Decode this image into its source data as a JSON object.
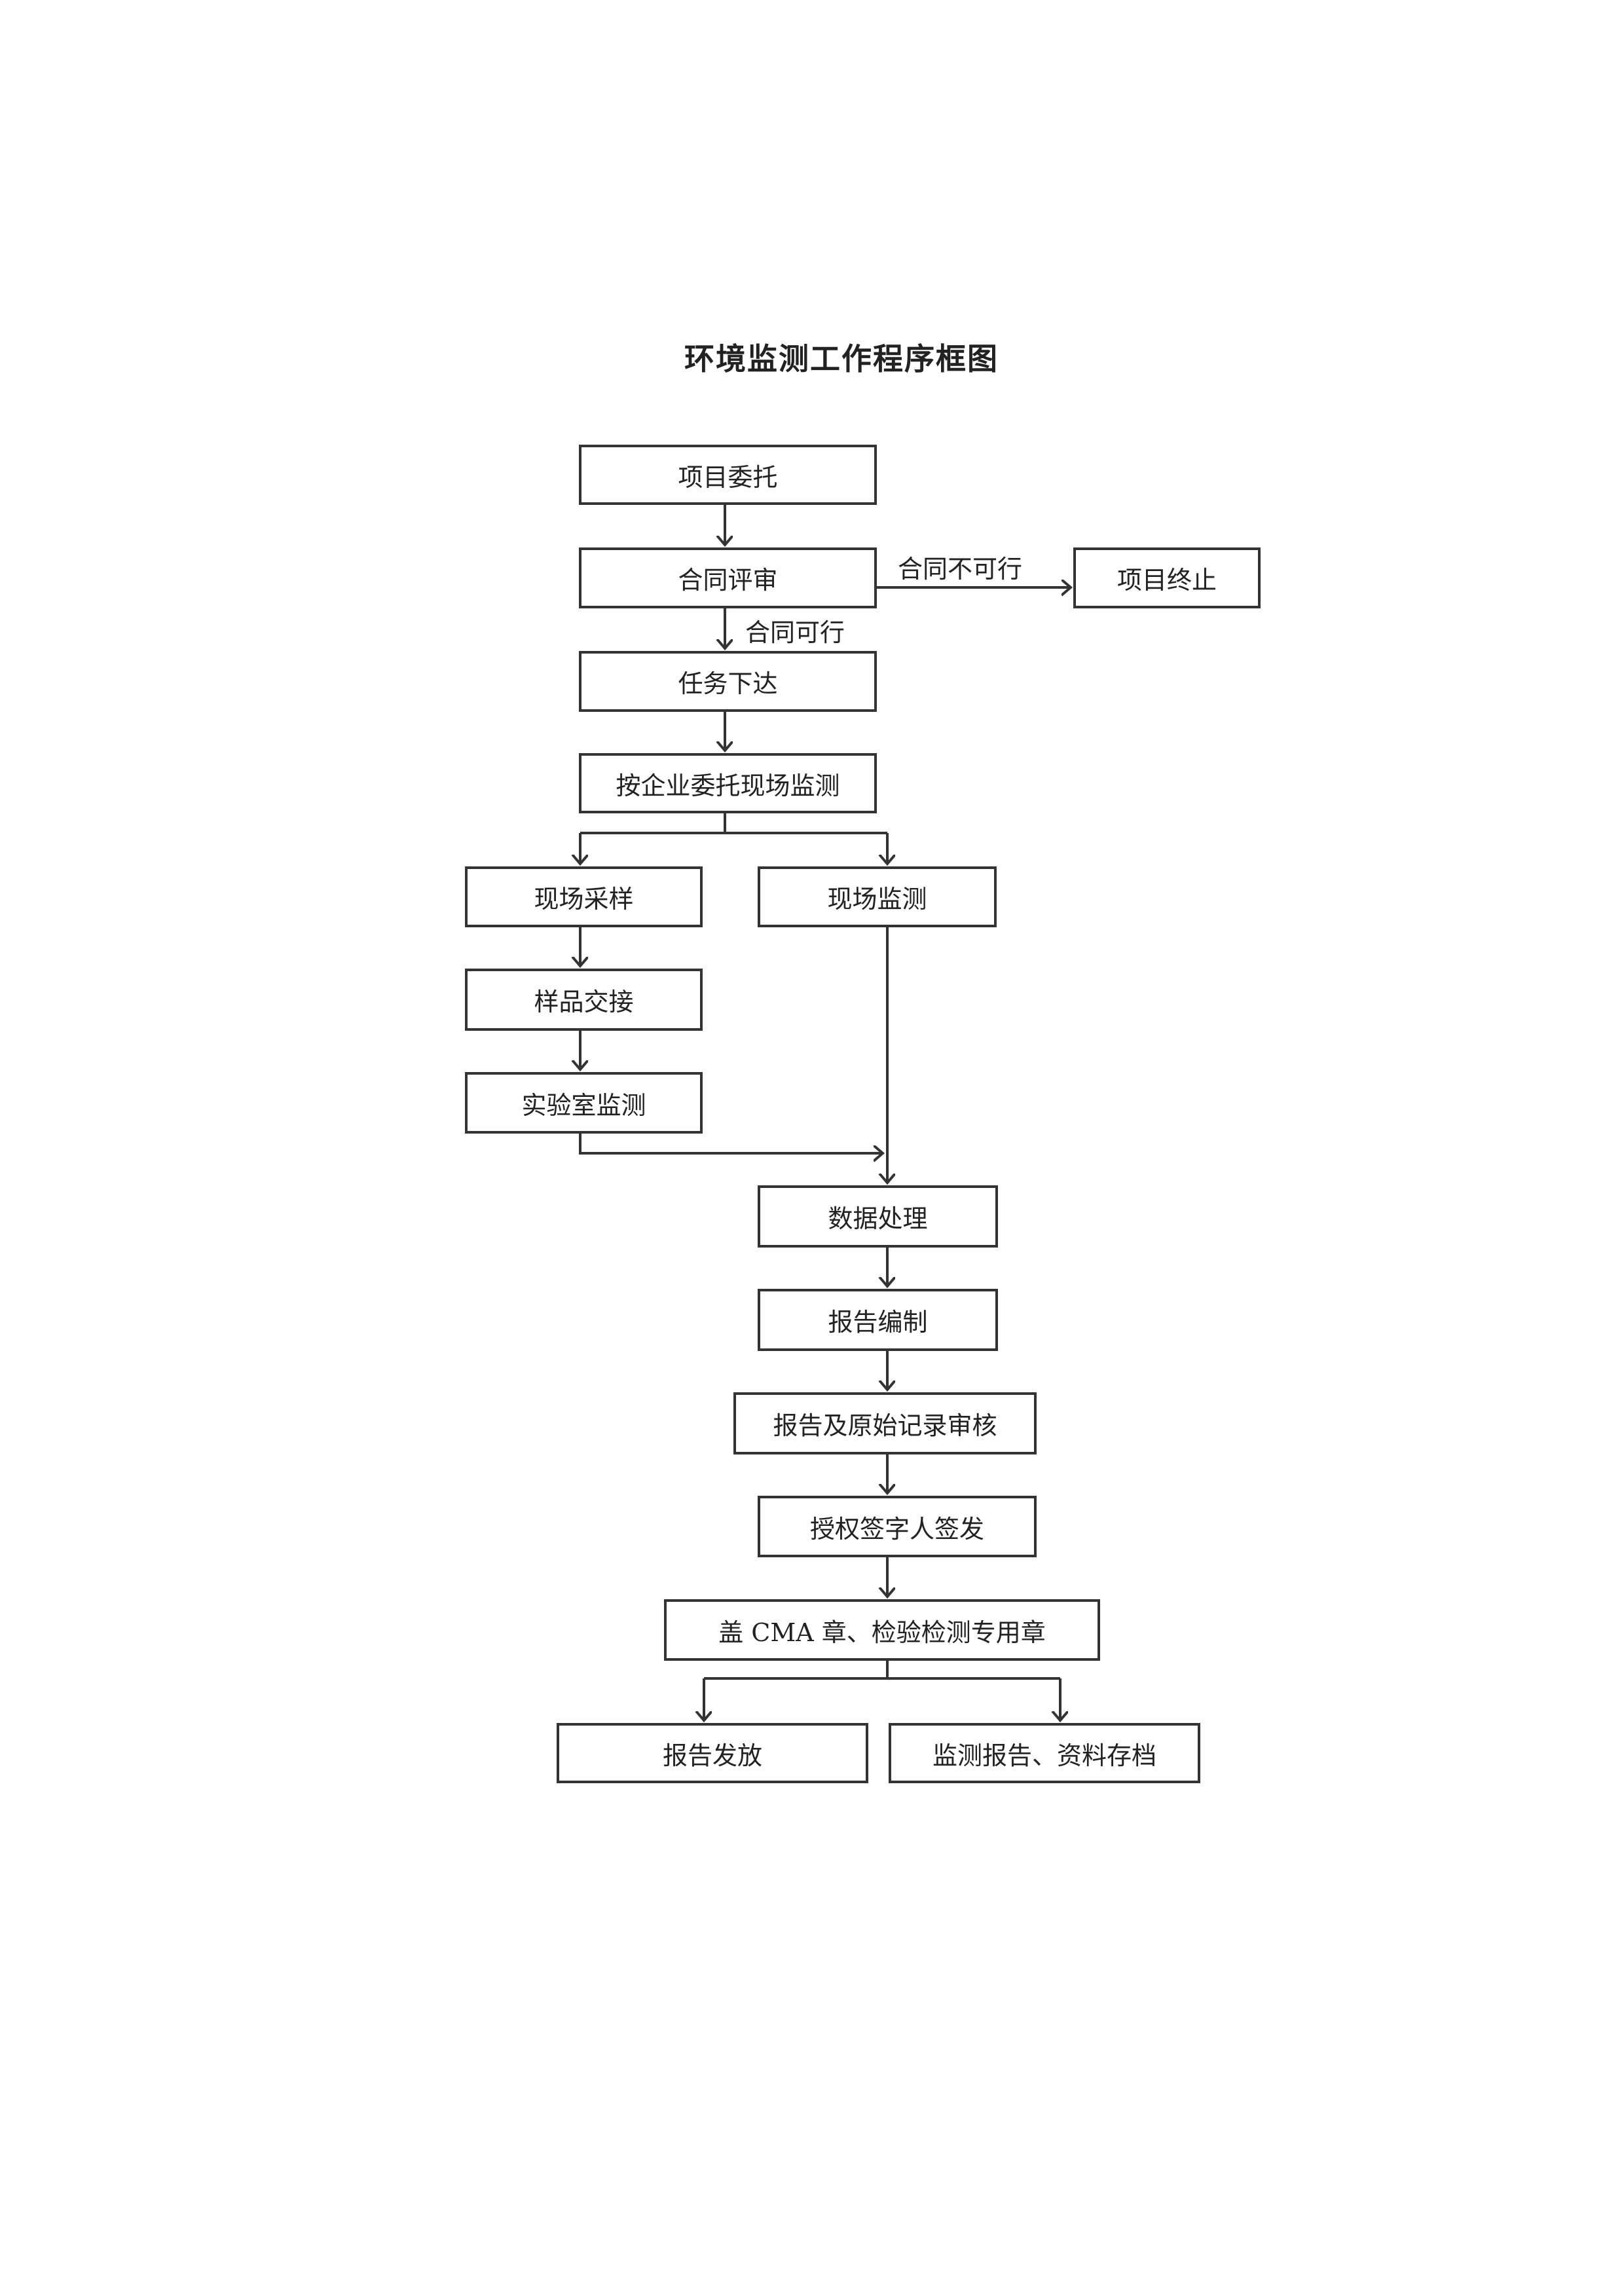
{
  "title": "环境监测工作程序框图",
  "nodes": {
    "entrust": "项目委托",
    "contract_review": "合同评审",
    "terminate": "项目终止",
    "task_assign": "任务下达",
    "onsite_monitor_by_entrust": "按企业委托现场监测",
    "field_sampling": "现场采样",
    "field_monitoring": "现场监测",
    "sample_handover": "样品交接",
    "lab_monitoring": "实验室监测",
    "data_processing": "数据处理",
    "report_compile": "报告编制",
    "report_review": "报告及原始记录审核",
    "authorized_sign": "授权签字人签发",
    "stamp": "盖 CMA 章、检验检测专用章",
    "report_issue": "报告发放",
    "archive": "监测报告、资料存档"
  },
  "edge_labels": {
    "infeasible": "合同不可行",
    "feasible": "合同可行"
  }
}
